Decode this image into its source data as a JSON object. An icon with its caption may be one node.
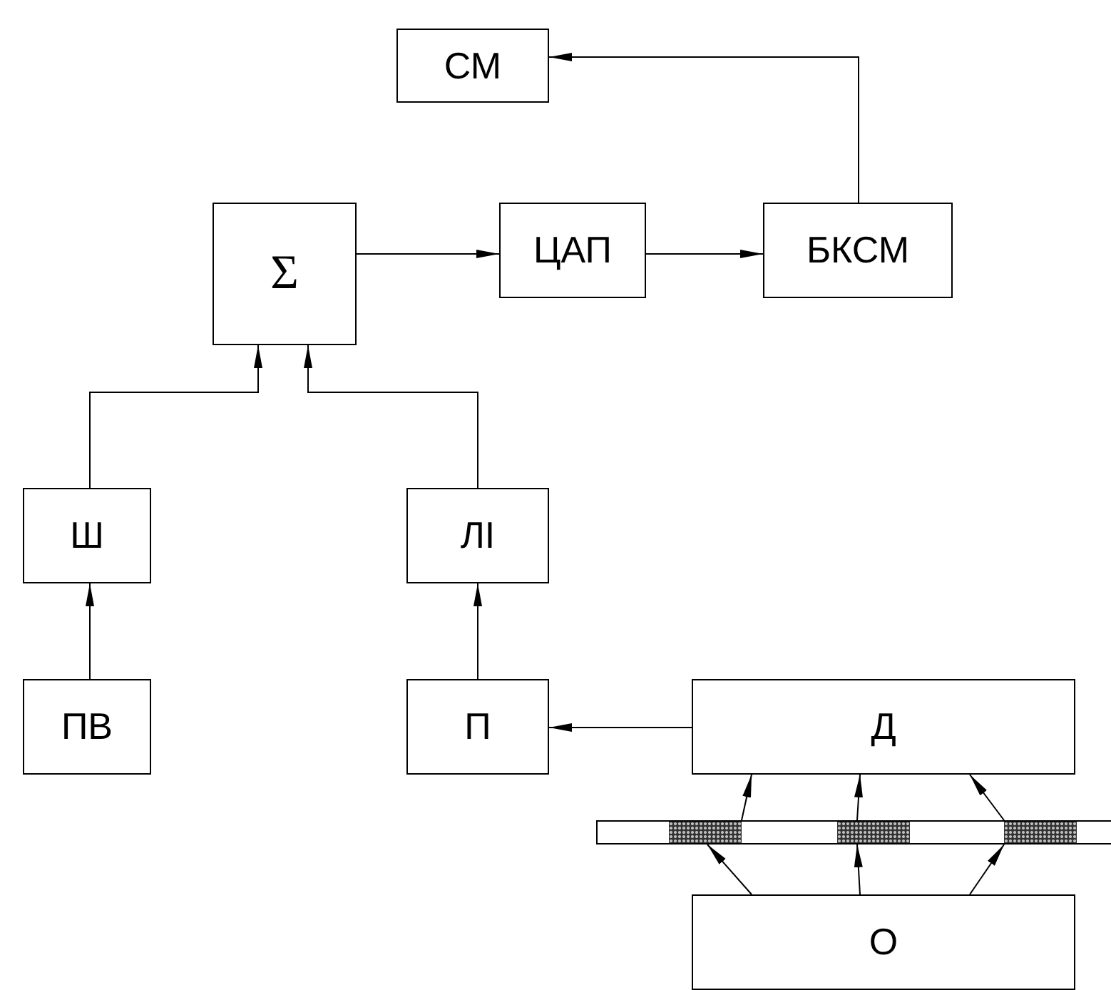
{
  "diagram": {
    "nodes": [
      {
        "text": [
          "СМ"
        ]
      },
      {
        "text": [
          "Σ"
        ]
      },
      {
        "text": [
          "ЦАП"
        ]
      },
      {
        "text": [
          "БКСМ"
        ]
      },
      {
        "text": [
          "Ш"
        ]
      },
      {
        "text": [
          "ЛІ"
        ]
      },
      {
        "text": [
          "ПВ"
        ]
      },
      {
        "text": [
          "П"
        ]
      },
      {
        "text": [
          "Д"
        ]
      },
      {
        "text": [],
        "shape": "bar"
      },
      {
        "text": [
          "О"
        ]
      }
    ],
    "edges": [
      {
        "from": 1,
        "to": 2,
        "arrow": "to"
      },
      {
        "from": 2,
        "to": 3,
        "arrow": "to"
      },
      {
        "from": 3,
        "to": 0,
        "arrow": "to"
      },
      {
        "from": 4,
        "to": 1,
        "arrow": "to"
      },
      {
        "from": 5,
        "to": 1,
        "arrow": "to"
      },
      {
        "from": 6,
        "to": 4,
        "arrow": "to"
      },
      {
        "from": 7,
        "to": 5,
        "arrow": "to"
      },
      {
        "from": 8,
        "to": 7,
        "arrow": "to"
      },
      {
        "from": 10,
        "to": 9,
        "arrow": "to"
      },
      {
        "from": 10,
        "to": 9,
        "arrow": "to"
      },
      {
        "from": 10,
        "to": 9,
        "arrow": "to"
      },
      {
        "from": 9,
        "to": 8,
        "arrow": "to"
      },
      {
        "from": 9,
        "to": 8,
        "arrow": "to"
      },
      {
        "from": 9,
        "to": 8,
        "arrow": "to"
      }
    ]
  }
}
